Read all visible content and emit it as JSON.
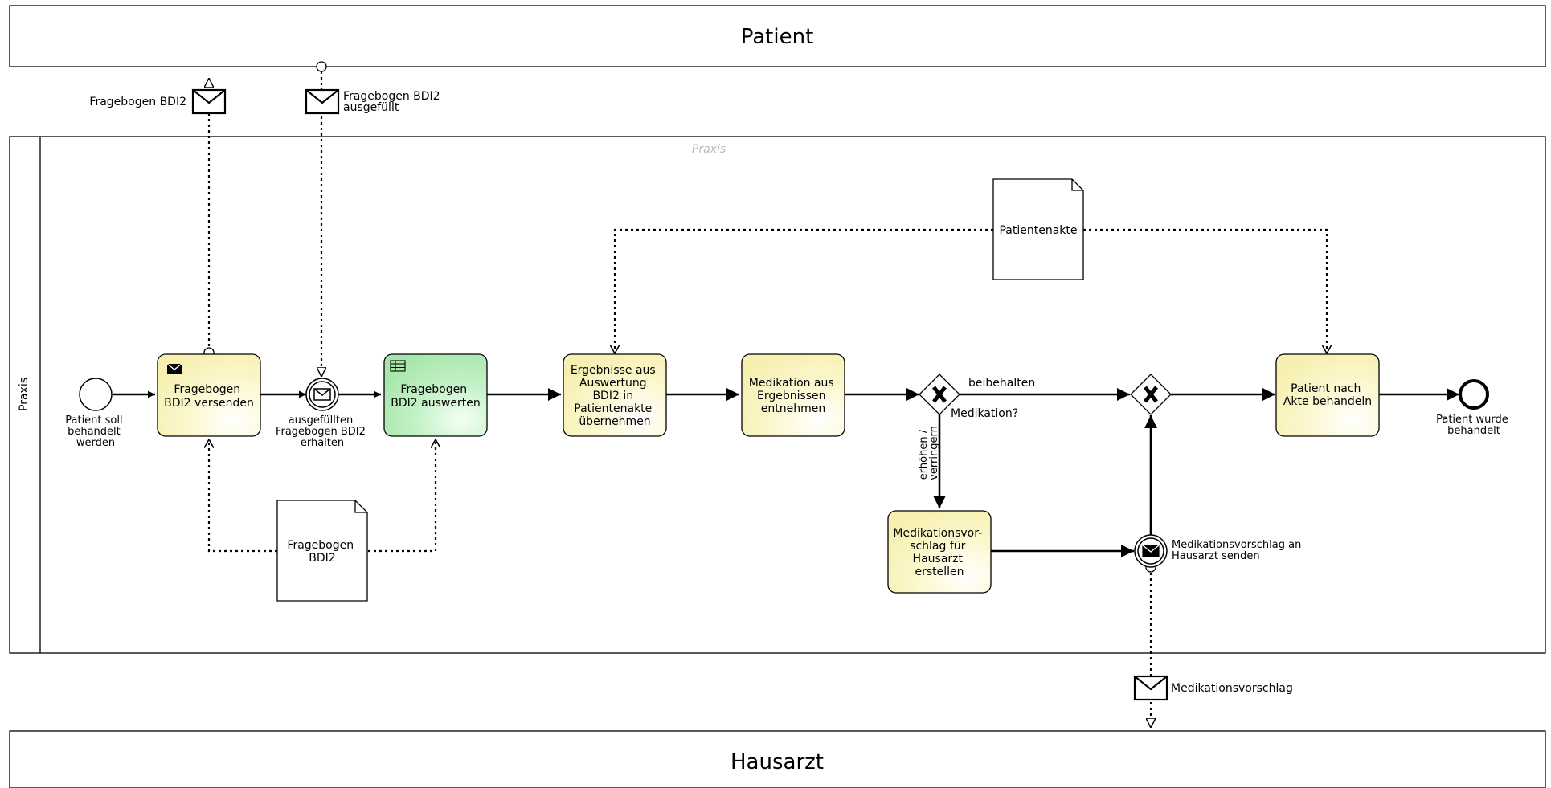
{
  "pools": {
    "patient": {
      "label": "Patient"
    },
    "praxis": {
      "label": "Praxis",
      "watermark": "Praxis"
    },
    "hausarzt": {
      "label": "Hausarzt"
    }
  },
  "events": {
    "start": {
      "label": [
        "Patient soll",
        "behandelt",
        "werden"
      ]
    },
    "received": {
      "label": [
        "ausgefüllten",
        "Fragebogen BDI2",
        "erhalten"
      ]
    },
    "send_proposal": {
      "label": [
        "Medikationsvorschlag an",
        "Hausarzt senden"
      ]
    },
    "end": {
      "label": [
        "Patient wurde",
        "behandelt"
      ]
    }
  },
  "tasks": {
    "send": {
      "label": [
        "Fragebogen",
        "BDI2 versenden"
      ]
    },
    "evaluate": {
      "label": [
        "Fragebogen",
        "BDI2 auswerten"
      ]
    },
    "adopt": {
      "label": [
        "Ergebnisse aus",
        "Auswertung",
        "BDI2 in",
        "Patientenakte",
        "übernehmen"
      ]
    },
    "extract": {
      "label": [
        "Medikation aus",
        "Ergebnissen",
        "entnehmen"
      ]
    },
    "proposal": {
      "label": [
        "Medikationsvor-",
        "schlag für",
        "Hausarzt",
        "erstellen"
      ]
    },
    "treat": {
      "label": [
        "Patient nach",
        "Akte behandeln"
      ]
    }
  },
  "gateways": {
    "decision": {
      "label": "Medikation?",
      "flow_keep": "beibehalten",
      "flow_change": [
        "erhöhen /",
        "verringern"
      ]
    }
  },
  "documents": {
    "questionnaire": {
      "label": [
        "Fragebogen",
        "BDI2"
      ]
    },
    "record": {
      "label": "Patientenakte"
    }
  },
  "messages": {
    "out": {
      "label": "Fragebogen BDI2"
    },
    "in": {
      "label": [
        "Fragebogen BDI2",
        "ausgefüllt"
      ]
    },
    "proposal": {
      "label": "Medikationsvorschlag"
    }
  },
  "colors": {
    "task_yellow": "#fdf9d2",
    "task_green": "#c9f3cc",
    "stroke": "#000000",
    "watermark": "#b8b8b8"
  }
}
